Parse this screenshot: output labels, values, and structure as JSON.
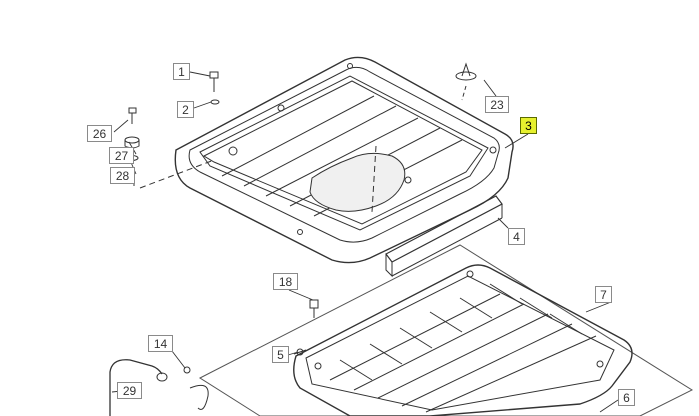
{
  "diagram": {
    "highlight_color": "#e6f02e",
    "line_color": "#333333",
    "callouts": [
      {
        "id": "c1",
        "label": "1"
      },
      {
        "id": "c2",
        "label": "2"
      },
      {
        "id": "c23",
        "label": "23"
      },
      {
        "id": "c3",
        "label": "3",
        "highlighted": true
      },
      {
        "id": "c26",
        "label": "26"
      },
      {
        "id": "c27",
        "label": "27"
      },
      {
        "id": "c28",
        "label": "28"
      },
      {
        "id": "c4",
        "label": "4"
      },
      {
        "id": "c18",
        "label": "18"
      },
      {
        "id": "c7",
        "label": "7"
      },
      {
        "id": "c5",
        "label": "5"
      },
      {
        "id": "c14",
        "label": "14"
      },
      {
        "id": "c29",
        "label": "29"
      },
      {
        "id": "c6",
        "label": "6"
      }
    ]
  }
}
